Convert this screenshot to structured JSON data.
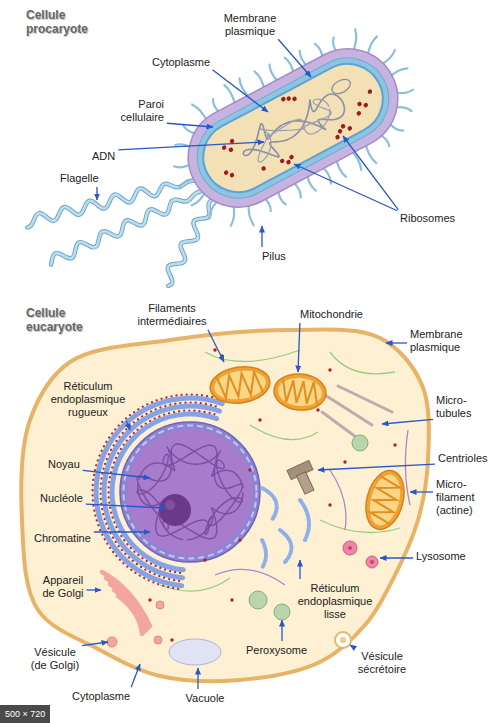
{
  "diagram": {
    "labels": [
      "Cellule procaryote",
      "Membrane plasmique",
      "Cytoplasme",
      "Paroi cellulaire",
      "ADN",
      "Flagelle",
      "Ribosomes",
      "Pilus",
      "Cellule eucaryote",
      "Filaments intermédiaires",
      "Mitochondrie",
      "Membrane plasmique",
      "Réticulum endoplasmique rugueux",
      "Micro- tubules",
      "Noyau",
      "Centrioles",
      "Nucléole",
      "Micro- filament (actine)",
      "Chromatine",
      "Lysosome",
      "Appareil de Golgi",
      "Réticulum endoplasmique lisse",
      "Vésicule (de Golgi)",
      "Vésicule sécrétoire",
      "Cytoplasme",
      "Vacuole",
      "Peroxysome",
      "500 × 720"
    ]
  }
}
